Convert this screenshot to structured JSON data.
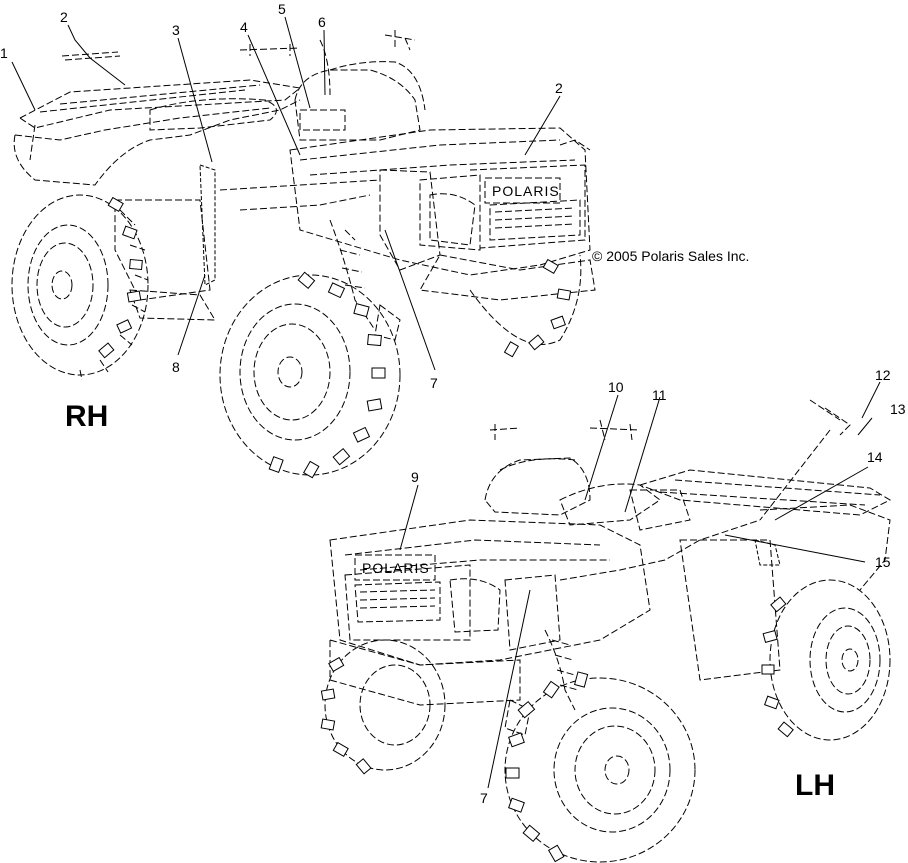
{
  "copyright": "© 2005 Polaris Sales Inc.",
  "views": {
    "rh": {
      "label": "RH"
    },
    "lh": {
      "label": "LH"
    }
  },
  "callouts": {
    "rh": [
      "1",
      "2",
      "3",
      "4",
      "5",
      "6",
      "2",
      "7",
      "8"
    ],
    "lh": [
      "9",
      "10",
      "11",
      "12",
      "13",
      "14",
      "15",
      "7"
    ]
  },
  "logo_text": "POLARIS"
}
